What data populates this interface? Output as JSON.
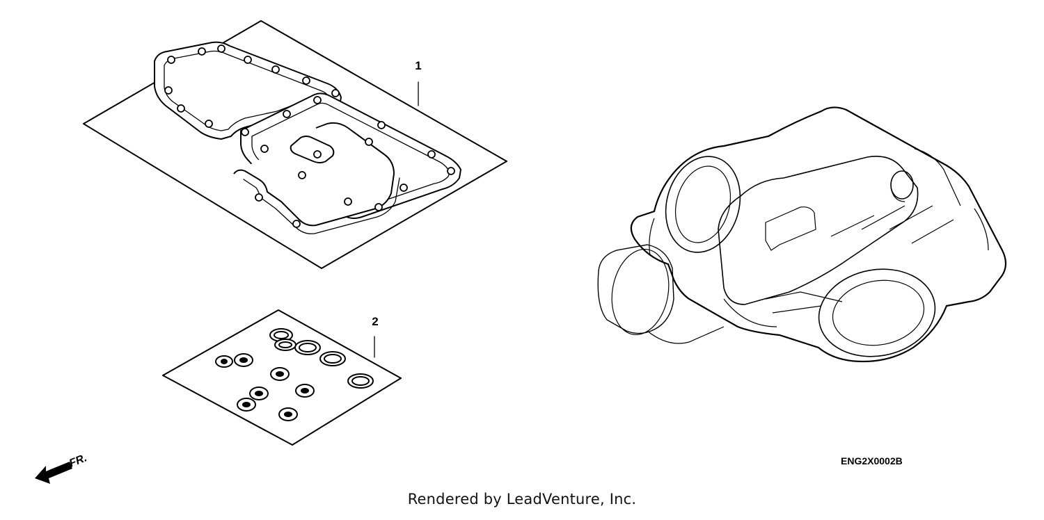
{
  "callouts": [
    {
      "number": "1",
      "part": "gasket-kit-a"
    },
    {
      "number": "2",
      "part": "gasket-kit-b"
    }
  ],
  "reference_code": "ENG2X0002B",
  "direction_label": "FR.",
  "footer": "Rendered by LeadVenture, Inc.",
  "colors": {
    "line": "#000000",
    "background": "#ffffff"
  }
}
